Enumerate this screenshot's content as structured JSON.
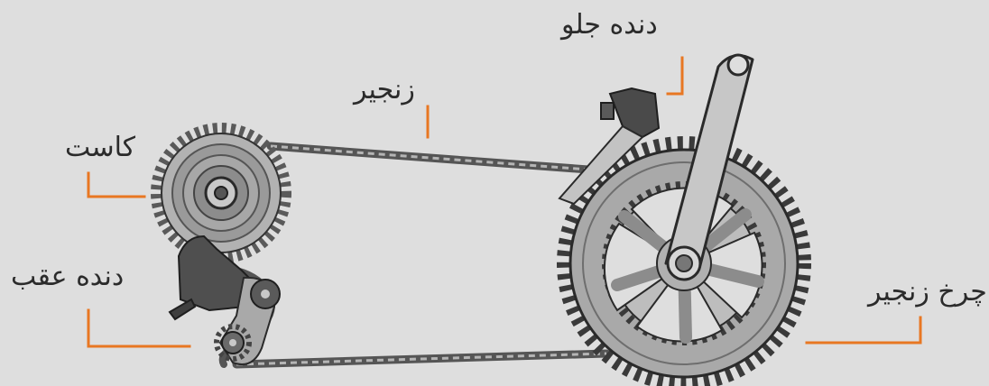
{
  "labels": {
    "front_derailleur": "دنده جلو",
    "chain": "زنجیر",
    "cassette": "کاست",
    "rear_derailleur": "دنده عقب",
    "chainring": "چرخ زنجیر"
  },
  "colors": {
    "background": "#dedede",
    "leader_line": "#e87722",
    "metal_dark": "#4a4a4a",
    "metal_mid": "#8f8f8f",
    "metal_light": "#c9c9c9",
    "outline": "#2a2a2a",
    "text": "#2b2b2b"
  },
  "parts": [
    {
      "name": "front_derailleur",
      "icon": "front-derailleur-icon"
    },
    {
      "name": "chain",
      "icon": "chain-icon"
    },
    {
      "name": "cassette",
      "icon": "cassette-icon"
    },
    {
      "name": "rear_derailleur",
      "icon": "rear-derailleur-icon"
    },
    {
      "name": "chainring",
      "icon": "chainring-icon"
    }
  ]
}
